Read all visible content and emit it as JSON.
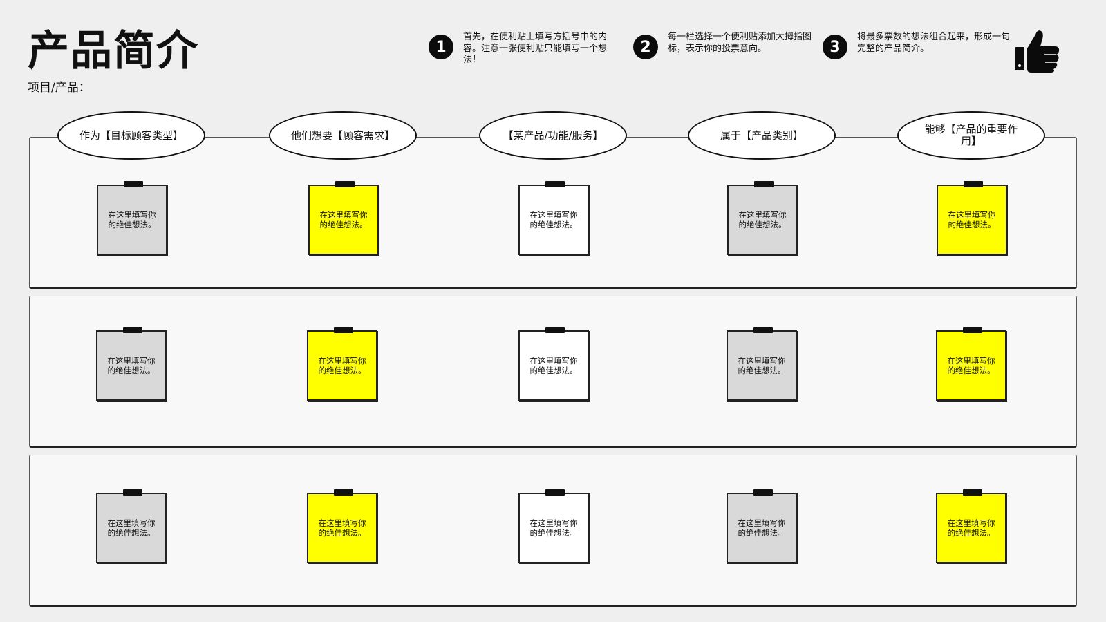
{
  "header": {
    "title": "产品简介",
    "subtitle": "项目/产品："
  },
  "steps": [
    {
      "number": "1",
      "text": "首先，在便利贴上填写方括号中的内容。注意一张便利贴只能填写一个想法！"
    },
    {
      "number": "2",
      "text": "每一栏选择一个便利贴添加大拇指图标，表示你的投票意向。"
    },
    {
      "number": "3",
      "text": "将最多票数的想法组合起来，形成一句完整的产品简介。"
    }
  ],
  "icons": {
    "thumbs_up": "thumbs-up-icon"
  },
  "columns": [
    {
      "label": "作为【目标顾客类型】"
    },
    {
      "label": "他们想要【顾客需求】"
    },
    {
      "label": "【某产品/功能/服务】"
    },
    {
      "label": "属于【产品类别】"
    },
    {
      "label": "能够【产品的重要作用】"
    }
  ],
  "rows": [
    {
      "notes": [
        {
          "text": "在这里填写你的绝佳想法。",
          "color": "gray"
        },
        {
          "text": "在这里填写你的绝佳想法。",
          "color": "yellow"
        },
        {
          "text": "在这里填写你的绝佳想法。",
          "color": "white"
        },
        {
          "text": "在这里填写你的绝佳想法。",
          "color": "gray"
        },
        {
          "text": "在这里填写你的绝佳想法。",
          "color": "yellow"
        }
      ]
    },
    {
      "notes": [
        {
          "text": "在这里填写你的绝佳想法。",
          "color": "gray"
        },
        {
          "text": "在这里填写你的绝佳想法。",
          "color": "yellow"
        },
        {
          "text": "在这里填写你的绝佳想法。",
          "color": "white"
        },
        {
          "text": "在这里填写你的绝佳想法。",
          "color": "gray"
        },
        {
          "text": "在这里填写你的绝佳想法。",
          "color": "yellow"
        }
      ]
    },
    {
      "notes": [
        {
          "text": "在这里填写你的绝佳想法。",
          "color": "gray"
        },
        {
          "text": "在这里填写你的绝佳想法。",
          "color": "yellow"
        },
        {
          "text": "在这里填写你的绝佳想法。",
          "color": "white"
        },
        {
          "text": "在这里填写你的绝佳想法。",
          "color": "gray"
        },
        {
          "text": "在这里填写你的绝佳想法。",
          "color": "yellow"
        }
      ]
    }
  ],
  "colors": {
    "gray": "#d9d9d9",
    "yellow": "#ffff00",
    "white": "#ffffff",
    "background": "#efefef"
  }
}
